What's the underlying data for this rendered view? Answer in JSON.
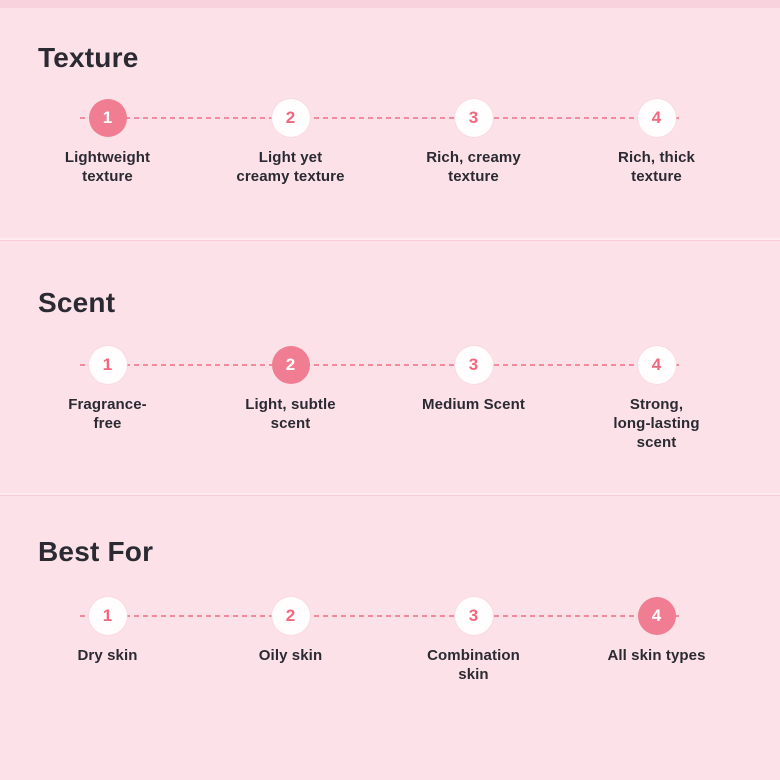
{
  "theme": {
    "background": "#fce2e8",
    "top_strip": "#f8d2dc",
    "divider": "#f7ccd6",
    "active_circle_fill": "#f07d91",
    "active_number_color": "#ffffff",
    "inactive_circle_fill": "#fffdfe",
    "inactive_number_color": "#f2677e",
    "dash_line_color": "#f28b9c",
    "text_color": "#2b2a32"
  },
  "sections": [
    {
      "title": "Texture",
      "steps": [
        {
          "number": "1",
          "label": "Lightweight\ntexture",
          "active": true
        },
        {
          "number": "2",
          "label": "Light yet\ncreamy texture",
          "active": false
        },
        {
          "number": "3",
          "label": "Rich, creamy\ntexture",
          "active": false
        },
        {
          "number": "4",
          "label": "Rich, thick\ntexture",
          "active": false
        }
      ]
    },
    {
      "title": "Scent",
      "steps": [
        {
          "number": "1",
          "label": "Fragrance-\nfree",
          "active": false
        },
        {
          "number": "2",
          "label": "Light, subtle\nscent",
          "active": true
        },
        {
          "number": "3",
          "label": "Medium Scent",
          "active": false
        },
        {
          "number": "4",
          "label": "Strong,\nlong-lasting\nscent",
          "active": false
        }
      ]
    },
    {
      "title": "Best For",
      "steps": [
        {
          "number": "1",
          "label": "Dry skin",
          "active": false
        },
        {
          "number": "2",
          "label": "Oily skin",
          "active": false
        },
        {
          "number": "3",
          "label": "Combination\nskin",
          "active": false
        },
        {
          "number": "4",
          "label": "All skin types",
          "active": true
        }
      ]
    }
  ]
}
